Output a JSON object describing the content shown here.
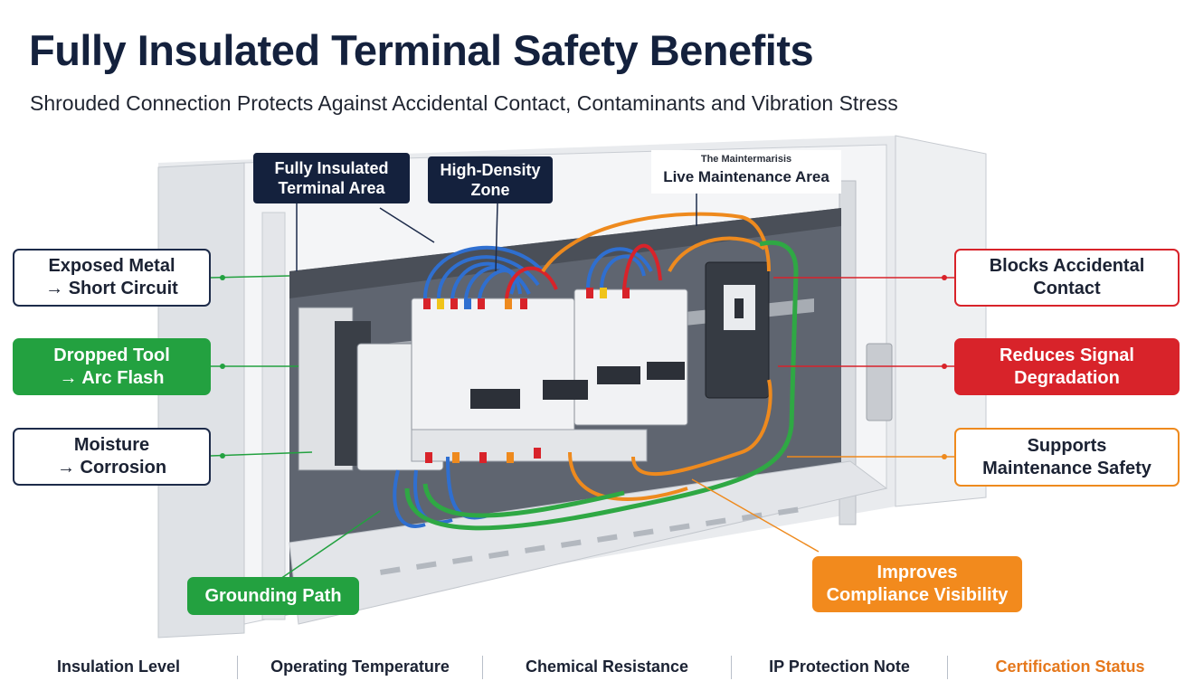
{
  "header": {
    "title": "Fully Insulated Terminal Safety Benefits",
    "subtitle": "Shrouded Connection Protects Against Accidental Contact, Contaminants and Vibration Stress"
  },
  "zone_labels": {
    "terminal_area": "Fully Insulated\nTerminal Area",
    "high_density": "High-Density\nZone",
    "maintenance_small": "The Maintermarisis",
    "maintenance": "Live Maintenance Area"
  },
  "left_callouts": [
    {
      "text": "Exposed Metal\n→ Short Circuit",
      "style": "white"
    },
    {
      "text": "Dropped Tool\n→ Arc Flash",
      "style": "green"
    },
    {
      "text": "Moisture\n→ Corrosion",
      "style": "white"
    }
  ],
  "right_callouts": [
    {
      "text": "Blocks Accidental\nContact",
      "style": "red-outline"
    },
    {
      "text": "Reduces Signal\nDegradation",
      "style": "red"
    },
    {
      "text": "Supports\nMaintenance Safety",
      "style": "orange-outline"
    }
  ],
  "bottom_callouts": {
    "grounding": "Grounding Path",
    "compliance": "Improves\nCompliance Visibility"
  },
  "bottom_tabs": [
    {
      "label": "Insulation Level"
    },
    {
      "label": "Operating Temperature"
    },
    {
      "label": "Chemical Resistance"
    },
    {
      "label": "IP Protection Note"
    },
    {
      "label": "Certification Status",
      "accent": "#e5781c"
    }
  ],
  "colors": {
    "navy": "#14213d",
    "green": "#23a140",
    "red": "#d8232a",
    "orange": "#f28a1d",
    "wire_blue": "#2f6fd0"
  }
}
